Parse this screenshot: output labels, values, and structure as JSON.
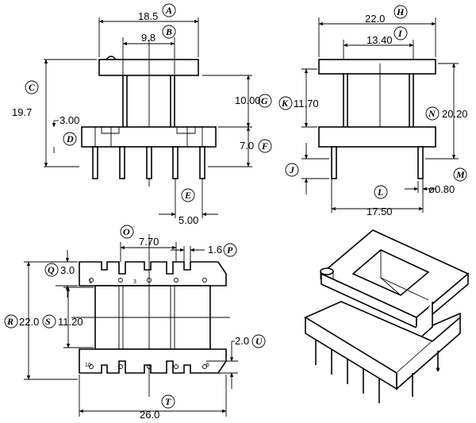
{
  "front_view": {
    "dims": {
      "A": "18.5",
      "B": "9.8",
      "C": "19.7",
      "D": "3.00",
      "G": "10.00",
      "F": "7.0",
      "E": "5.00"
    },
    "labels": {
      "A": "A",
      "B": "B",
      "C": "C",
      "D": "D",
      "E": "E",
      "F": "F",
      "G": "G"
    }
  },
  "side_view": {
    "dims": {
      "H": "22.0",
      "I": "13.40",
      "K": "11.70",
      "N": "20.20",
      "L": "17.50",
      "M": "ø0.80"
    },
    "labels": {
      "H": "H",
      "I": "I",
      "J": "J",
      "K": "K",
      "L": "L",
      "M": "M",
      "N": "N"
    }
  },
  "top_view": {
    "dims": {
      "O": "7.70",
      "P": "1.6",
      "Q": "3.0",
      "R": "22.0",
      "S": "11.20",
      "U": "2.0",
      "T": "26.0"
    },
    "labels": {
      "O": "O",
      "P": "P",
      "Q": "Q",
      "R": "R",
      "S": "S",
      "T": "T",
      "U": "U"
    },
    "pins": {
      "p1": "1",
      "p3": "3",
      "p10": "10",
      "p6": "6"
    }
  }
}
